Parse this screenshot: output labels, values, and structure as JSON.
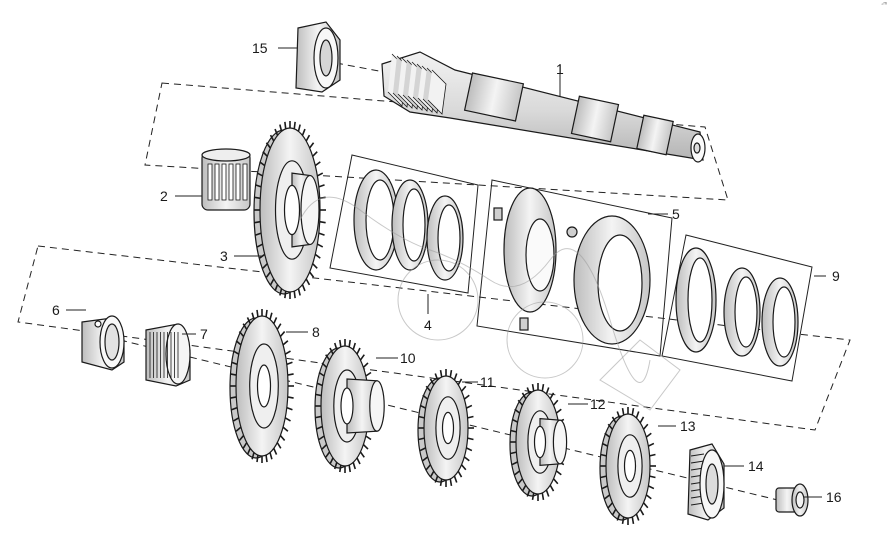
{
  "corner_mark": "◦ᵐ",
  "callouts": [
    {
      "id": "1",
      "label": "1",
      "part": "main-shaft"
    },
    {
      "id": "2",
      "label": "2",
      "part": "needle-bearing-cage"
    },
    {
      "id": "3",
      "label": "3",
      "part": "gear-large"
    },
    {
      "id": "4",
      "label": "4",
      "part": "synchro-ring-set"
    },
    {
      "id": "5",
      "label": "5",
      "part": "synchronizer-assembly"
    },
    {
      "id": "6",
      "label": "6",
      "part": "bushing"
    },
    {
      "id": "7",
      "label": "7",
      "part": "needle-bearing"
    },
    {
      "id": "8",
      "label": "8",
      "part": "gear"
    },
    {
      "id": "9",
      "label": "9",
      "part": "synchro-ring-set"
    },
    {
      "id": "10",
      "label": "10",
      "part": "gear"
    },
    {
      "id": "11",
      "label": "11",
      "part": "gear"
    },
    {
      "id": "12",
      "label": "12",
      "part": "gear"
    },
    {
      "id": "13",
      "label": "13",
      "part": "gear"
    },
    {
      "id": "14",
      "label": "14",
      "part": "tapered-roller-bearing"
    },
    {
      "id": "15",
      "label": "15",
      "part": "tapered-roller-bearing"
    },
    {
      "id": "16",
      "label": "16",
      "part": "nut"
    }
  ],
  "colors": {
    "line": "#1a1a1a",
    "metal": "#e6e6e6",
    "shade": "#bdbdbd",
    "watermark": "#9a9a9a"
  }
}
